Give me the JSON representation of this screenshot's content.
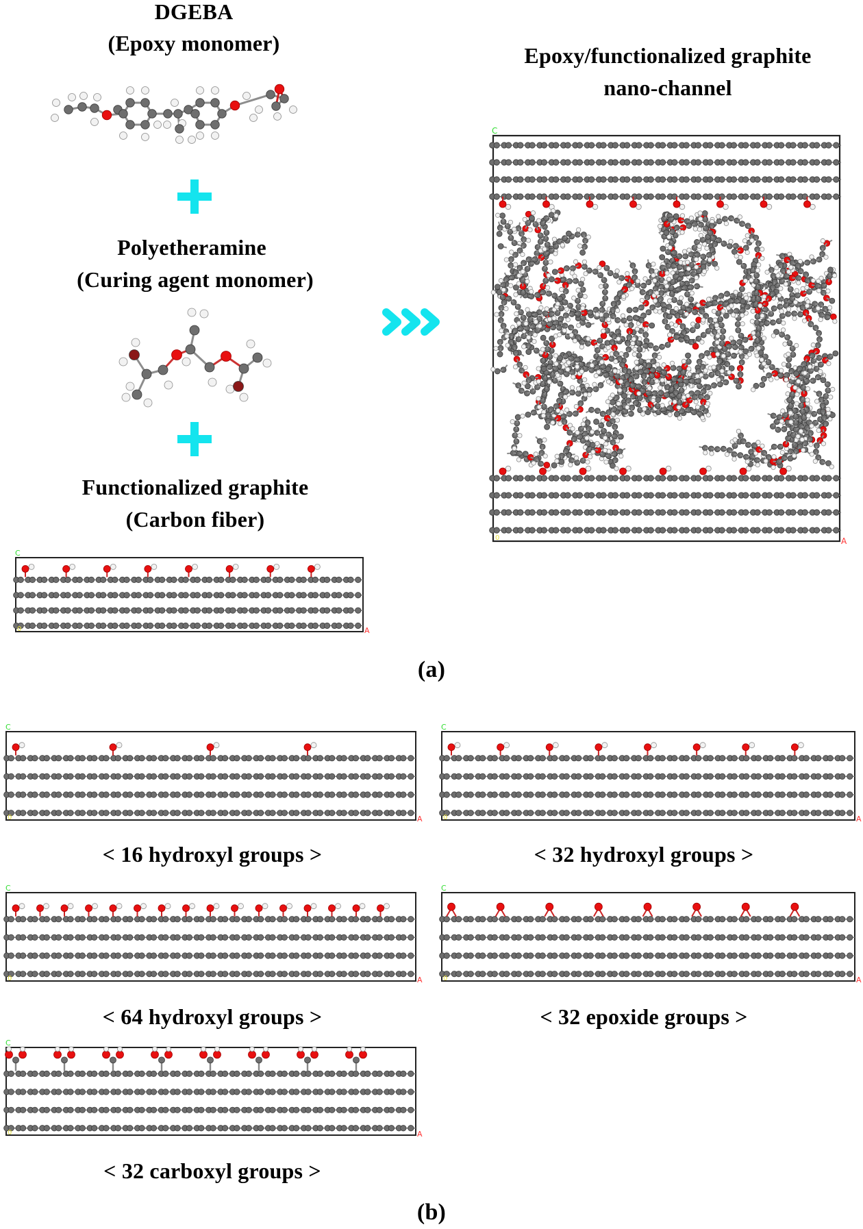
{
  "panel_a": {
    "label": "(a)",
    "dgeba": {
      "title": "DGEBA",
      "subtitle": "(Epoxy monomer)"
    },
    "polyetheramine": {
      "title": "Polyetheramine",
      "subtitle": "(Curing agent monomer)"
    },
    "graphite": {
      "title": "Functionalized graphite",
      "subtitle": "(Carbon fiber)"
    },
    "plus_icon": "plus-icon",
    "arrow_icon": "triple-chevron-right-icon",
    "nanochannel": {
      "title_line1": "Epoxy/functionalized graphite",
      "title_line2": "nano-channel"
    },
    "axis_labels": {
      "c": "C",
      "a": "A",
      "origin": "0"
    }
  },
  "panel_b": {
    "label": "(b)",
    "models": [
      {
        "label": "< 16 hydroxyl groups >",
        "group_type": "hydroxyl",
        "count": 16
      },
      {
        "label": "< 32 hydroxyl groups >",
        "group_type": "hydroxyl",
        "count": 32
      },
      {
        "label": "< 64 hydroxyl groups >",
        "group_type": "hydroxyl",
        "count": 64
      },
      {
        "label": "< 32 epoxide groups >",
        "group_type": "epoxide",
        "count": 32
      },
      {
        "label": "< 32 carboxyl groups >",
        "group_type": "carboxyl",
        "count": 32
      }
    ]
  },
  "colors": {
    "accent_cyan": "#14e4ee",
    "carbon": "#6e6e6e",
    "oxygen": "#e81010",
    "hydrogen": "#f2f2f2",
    "axis_c": "#33dd33",
    "axis_a": "#ff3333",
    "axis_origin": "#e8e040"
  }
}
